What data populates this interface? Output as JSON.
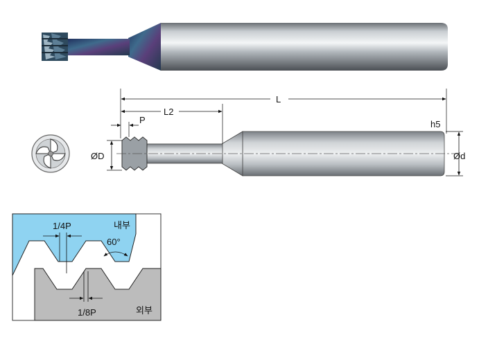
{
  "dims": {
    "L": "L",
    "L2": "L2",
    "P": "P",
    "D": "ØD",
    "d": "Ød",
    "tolerance": "h5"
  },
  "thread_profile": {
    "quarter_pitch": "1/4P",
    "eighth_pitch": "1/8P",
    "angle": "60°",
    "internal": "내부",
    "external": "외부"
  },
  "colors": {
    "internal_fill": "#8fd3f1",
    "external_fill": "#bcbcbc",
    "shank_mid": "#d9dde0",
    "coating": "#3d4f8a"
  }
}
